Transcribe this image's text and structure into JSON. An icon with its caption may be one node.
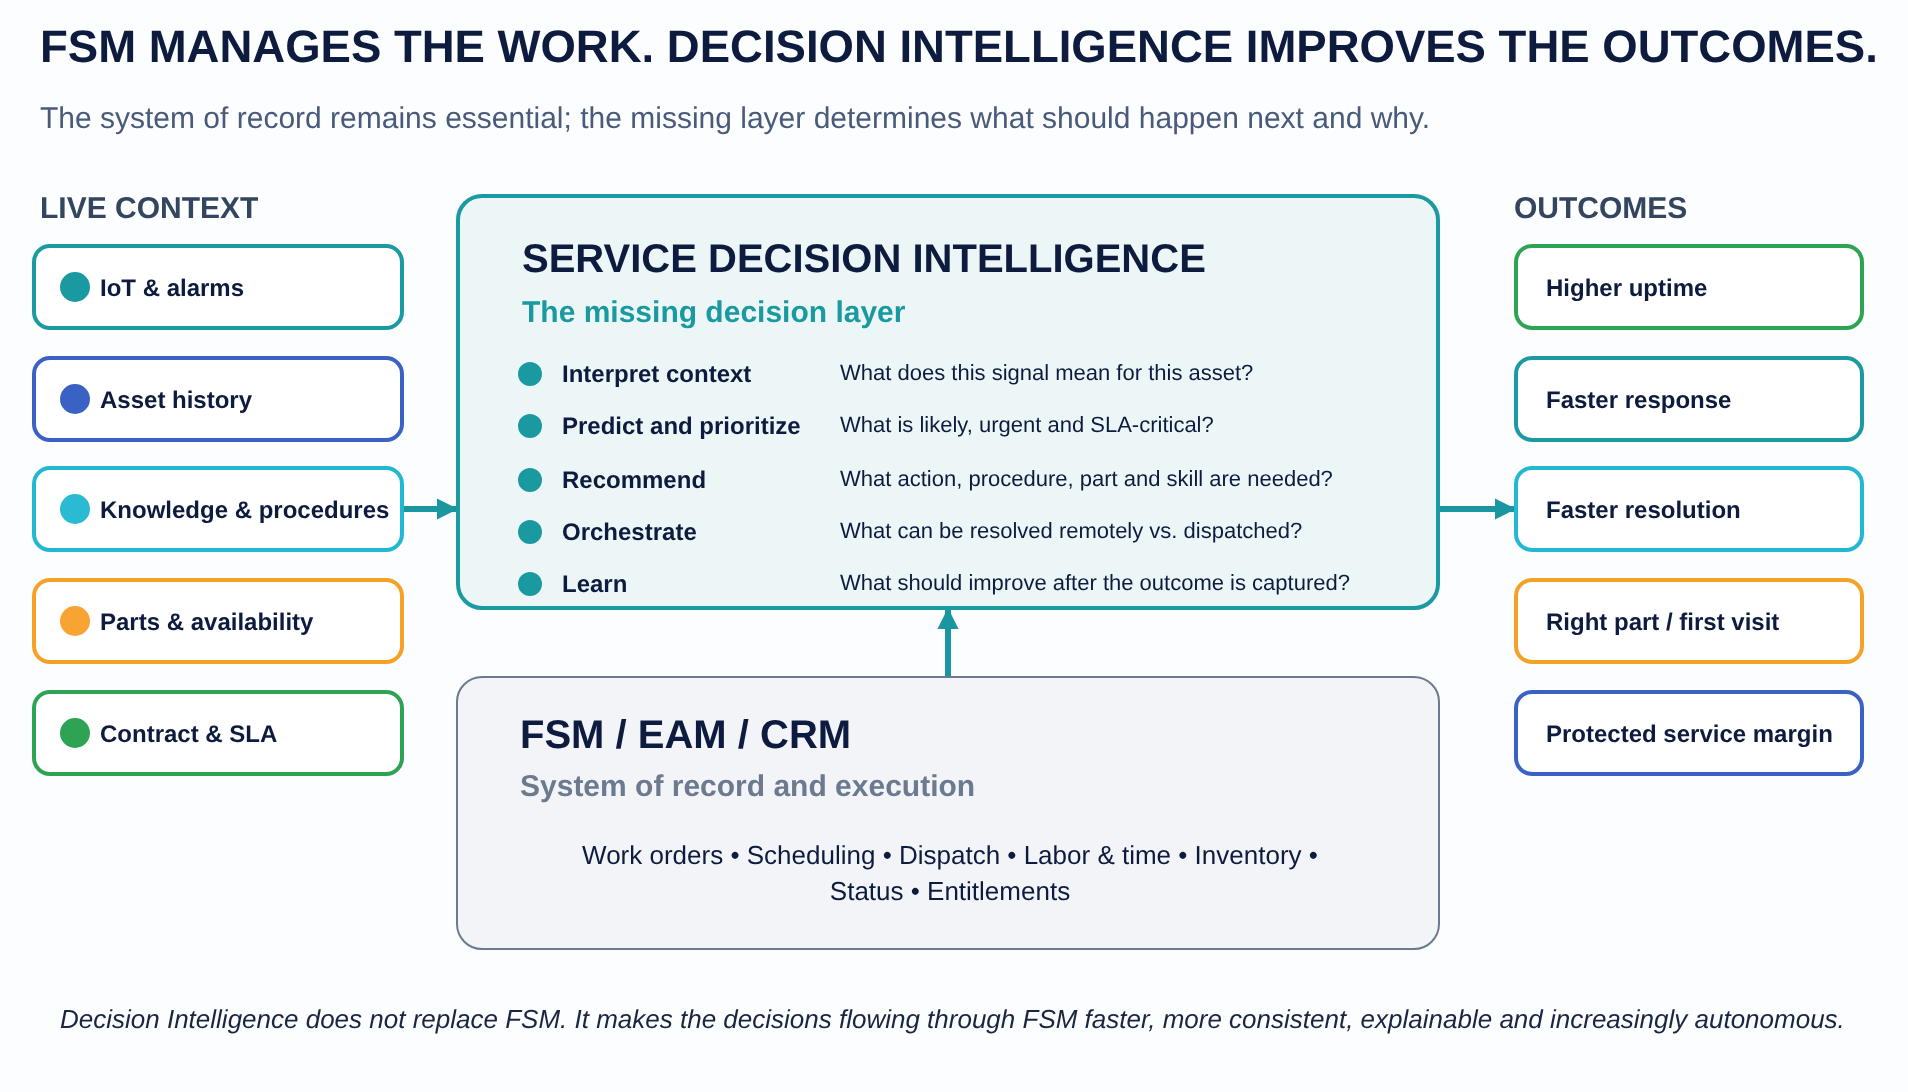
{
  "diagram": {
    "title": "FSM MANAGES THE WORK. DECISION INTELLIGENCE IMPROVES THE OUTCOMES.",
    "caption": "Decision Intelligence does not replace FSM. It makes the decisions flowing through FSM faster, more consistent, explainable and increasingly autonomous.",
    "nodes": [
      {
        "text": [
          "IoT & alarms"
        ]
      },
      {
        "text": [
          "Asset history"
        ]
      },
      {
        "text": [
          "Knowledge & procedures"
        ]
      },
      {
        "text": [
          "Parts & availability"
        ]
      },
      {
        "text": [
          "Contract & SLA"
        ]
      },
      {
        "text": [
          "SERVICE DECISION INTELLIGENCE",
          "The missing decision layer",
          "Interpret context",
          "What does this signal mean for this asset?",
          "Predict and prioritize",
          "What is likely, urgent and SLA-critical?",
          "Recommend",
          "What action, procedure, part and skill are needed?",
          "Orchestrate",
          "What can be resolved remotely vs. dispatched?",
          "Learn",
          "What should improve after the outcome is captured?"
        ]
      },
      {
        "text": [
          "FSM / EAM / CRM",
          "System of record and execution",
          "Work orders • Scheduling • Dispatch • Labor & time • Inventory • Status • Entitlements"
        ]
      },
      {
        "text": [
          "Higher uptime"
        ]
      },
      {
        "text": [
          "Faster response"
        ]
      },
      {
        "text": [
          "Faster resolution"
        ]
      },
      {
        "text": [
          "Right part / first visit"
        ]
      },
      {
        "text": [
          "Protected service margin"
        ]
      }
    ],
    "edges": [
      {
        "from": 2,
        "to": 5,
        "arrow": "to"
      },
      {
        "from": 5,
        "to": 9,
        "arrow": "to"
      },
      {
        "from": 6,
        "to": 5,
        "arrow": "to"
      }
    ],
    "labels": [
      "The system of record remains essential; the missing layer determines what should happen next and why.",
      "LIVE CONTEXT",
      "OUTCOMES"
    ]
  }
}
